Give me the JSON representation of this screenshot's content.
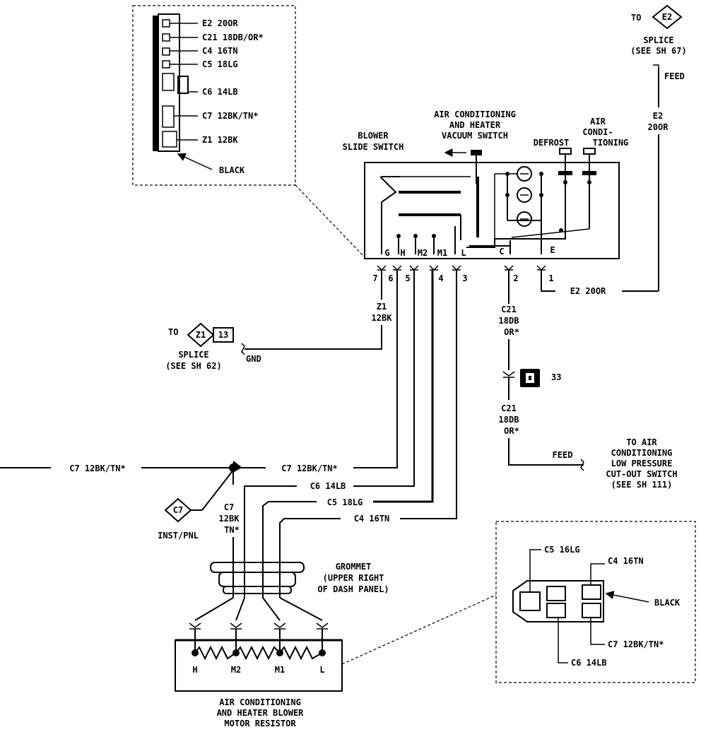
{
  "connector_top": {
    "pins": [
      "E2 20OR",
      "C21 18DB/OR*",
      "C4 16TN",
      "C5 18LG",
      "C6 14LB",
      "C7 12BK/TN*",
      "Z1 12BK"
    ],
    "color": "BLACK"
  },
  "top_right": {
    "to": "TO",
    "ref": "E2",
    "splice": "SPLICE",
    "see": "(SEE SH 67)",
    "feed": "FEED",
    "wire_code": "E2",
    "wire_size": "20OR"
  },
  "switch": {
    "blower_line1": "BLOWER",
    "blower_line2": "SLIDE SWITCH",
    "vac_line1": "AIR CONDITIONING",
    "vac_line2": "AND HEATER",
    "vac_line3": "VACUUM SWITCH",
    "defrost": "DEFROST",
    "ac_line1": "AIR",
    "ac_line2": "CONDI-",
    "ac_line3": "TIONING",
    "terminals": [
      "G",
      "H",
      "M2",
      "M1",
      "L",
      "C",
      "E"
    ],
    "cavities": [
      "7",
      "6",
      "5",
      "4",
      "3",
      "2",
      "1"
    ]
  },
  "wires": {
    "e2_bottom": "E2 20OR",
    "z1_code": "Z1",
    "z1_size": "12BK",
    "c21_code": "C21",
    "c21_size": "18DB",
    "c21_color": "OR*",
    "connector_33": "33",
    "c7_left": "C7 12BK/TN*",
    "c7_right": "C7 12BK/TN*",
    "c6": "C6 14LB",
    "c5": "C5 18LG",
    "c4": "C4 16TN",
    "c7_code": "C7",
    "c7_size": "12BK",
    "c7_color": "TN*"
  },
  "gnd": {
    "to": "TO",
    "ref": "Z1",
    "sheet": "13",
    "splice": "SPLICE",
    "see": "(SEE SH 62)",
    "label": "GND"
  },
  "feed_right": {
    "feed": "FEED",
    "line1": "TO AIR",
    "line2": "CONDITIONING",
    "line3": "LOW PRESSURE",
    "line4": "CUT-OUT SWITCH",
    "line5": "(SEE SH 111)"
  },
  "instpnl": {
    "ref": "C7",
    "label": "INST/PNL"
  },
  "grommet": {
    "line1": "GROMMET",
    "line2": "(UPPER RIGHT",
    "line3": "OF DASH PANEL)"
  },
  "resistor": {
    "terminals": [
      "H",
      "M2",
      "M1",
      "L"
    ],
    "line1": "AIR CONDITIONING",
    "line2": "AND HEATER BLOWER",
    "line3": "MOTOR RESISTOR"
  },
  "connector_bottom": {
    "c5": "C5 16LG",
    "c4": "C4 16TN",
    "color": "BLACK",
    "c7": "C7 12BK/TN*",
    "c6": "C6 14LB"
  }
}
